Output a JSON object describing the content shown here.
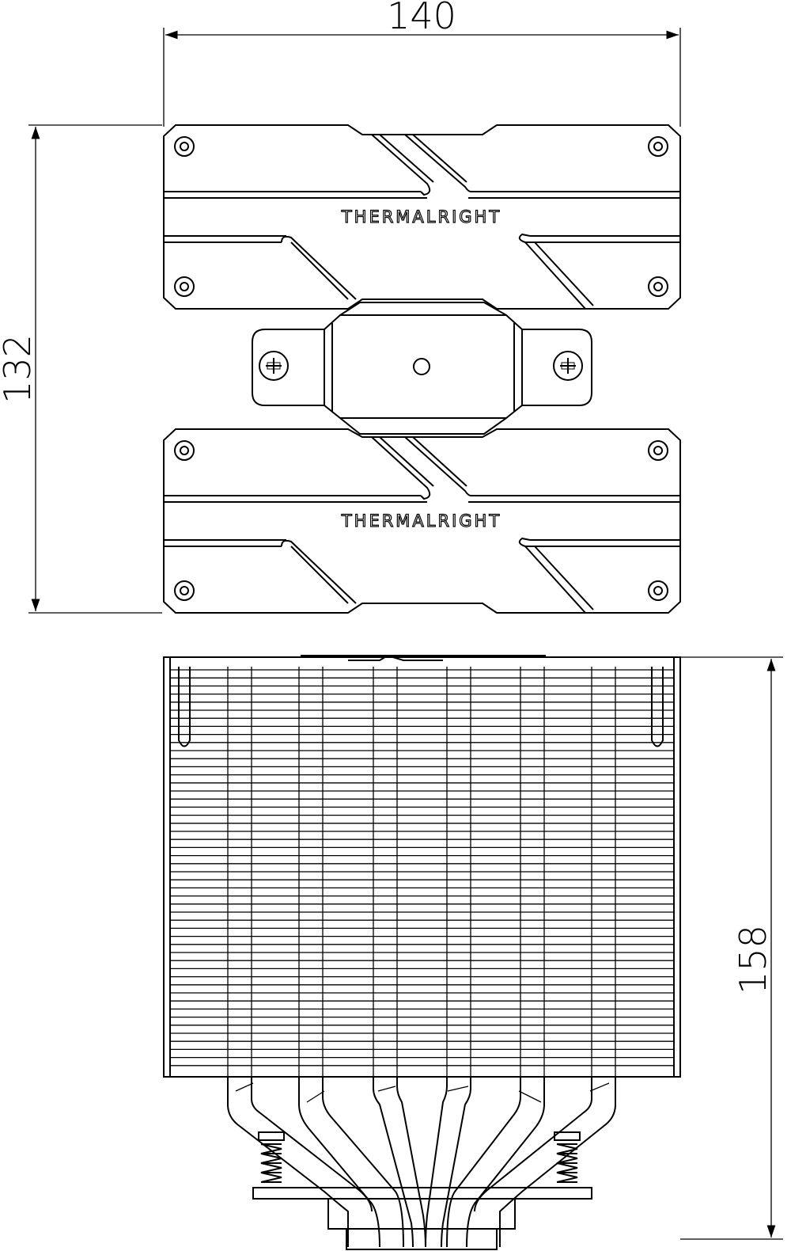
{
  "drawing": {
    "dimensions": {
      "width_top": "140",
      "height_top": "132",
      "height_side": "158"
    },
    "logo_text": "THERMALRIGHT",
    "line_color": "#000000",
    "background_color": "#ffffff"
  }
}
